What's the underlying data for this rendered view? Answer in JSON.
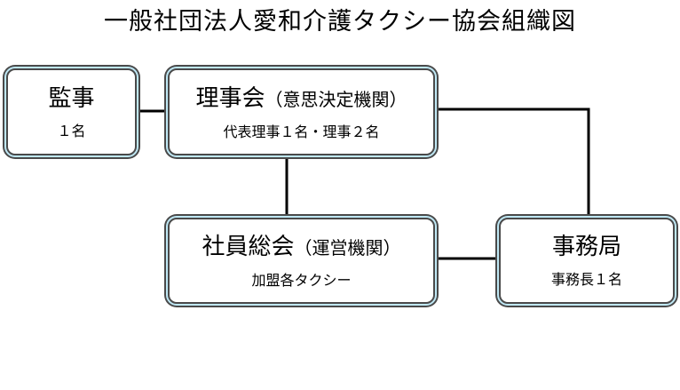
{
  "title": "一般社団法人愛和介護タクシー協会組織図",
  "nodes": {
    "auditor": {
      "name": "監事",
      "sub": "１名"
    },
    "board": {
      "name": "理事会",
      "paren": "（意思決定機関）",
      "sub": "代表理事１名・理事２名"
    },
    "assembly": {
      "name": "社員総会",
      "paren": "（運営機関）",
      "sub": "加盟各タクシー"
    },
    "office": {
      "name": "事務局",
      "sub": "事務長１名"
    }
  },
  "colors": {
    "box_glow": "#bfe8f5",
    "border": "#4a4a4a",
    "line": "#000000"
  }
}
